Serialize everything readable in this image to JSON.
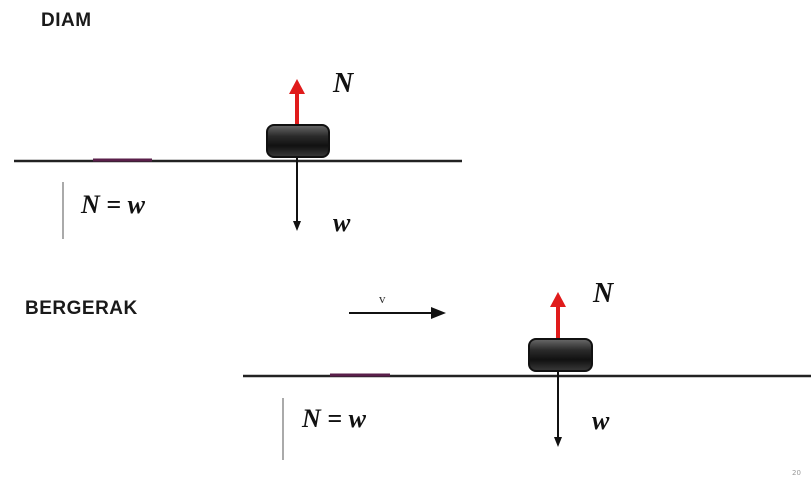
{
  "section_rest": {
    "title": "DIAM",
    "normal_force_label": "N",
    "weight_label": "w",
    "equation": "N = w"
  },
  "section_moving": {
    "title": "BERGERAK",
    "velocity_label": "v",
    "normal_force_label": "N",
    "weight_label": "w",
    "equation": "N = w"
  },
  "page_number": "20",
  "colors": {
    "normal_force_arrow": "#e01b1b",
    "weight_arrow": "#111111",
    "block": "#2b2b2b",
    "ground": "#222222",
    "ground_marker": "#5a1f4a"
  }
}
